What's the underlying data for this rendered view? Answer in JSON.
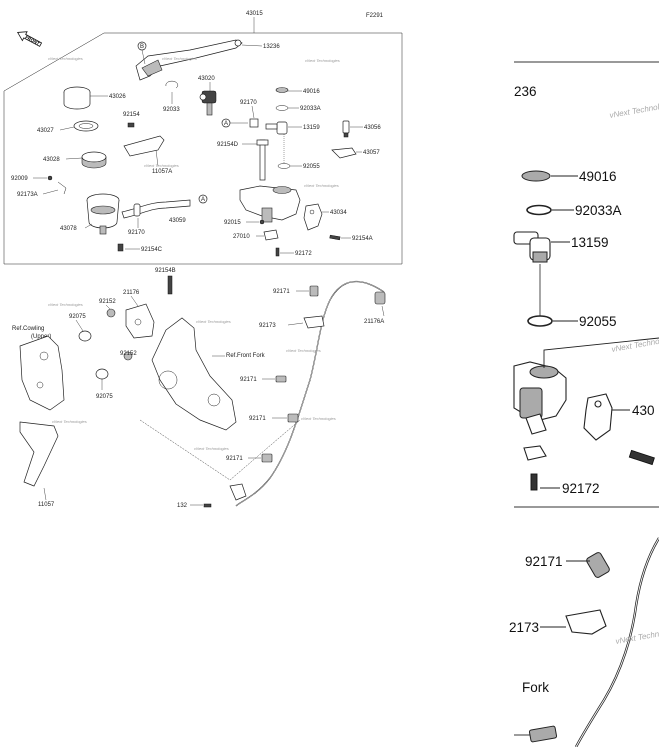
{
  "figure_code": "F2291",
  "assembly_number": "43015",
  "front_badge": "FRONT",
  "watermark": "vNext Technologies",
  "callouts": {
    "b_marker": "B",
    "a_marker": "A",
    "p13236": "13236",
    "p43020": "43020",
    "p43026": "43026",
    "p92033": "92033",
    "p92154": "92154",
    "p43027": "43027",
    "p43028": "43028",
    "p11057a": "11057A",
    "p92009": "92009",
    "p92173a": "92173A",
    "p43078": "43078",
    "p92170": "92170",
    "p43059": "43059",
    "p92154c": "92154C",
    "p49016": "49016",
    "p92170b": "92170",
    "p92033a": "92033A",
    "p13159": "13159",
    "p43056": "43056",
    "p92154d": "92154D",
    "p43057": "43057",
    "p92055": "92055",
    "p43034": "43034",
    "p92015": "92015",
    "p27010": "27010",
    "p92154a": "92154A",
    "p92172": "92172",
    "p92154b": "92154B",
    "p21176": "21176",
    "p92152a": "92152",
    "p92075a": "92075",
    "ref_cowling": "Ref.Cowling",
    "ref_upper": "(Upper)",
    "ref_front_fork": "Ref.Front Fork",
    "p92152b": "92152",
    "p92075b": "92075",
    "p11057": "11057",
    "p92171a": "92171",
    "p92173": "92173",
    "p21176a": "21176A",
    "p92171b": "92171",
    "p92171c": "92171",
    "p92171d": "92171",
    "p132": "132"
  },
  "zoom": {
    "z236": "236",
    "z49016": "49016",
    "z92033a": "92033A",
    "z13159": "13159",
    "z92055": "92055",
    "z430": "430",
    "z92172": "92172",
    "z92171": "92171",
    "z2173": "2173",
    "zfork": "Fork"
  }
}
